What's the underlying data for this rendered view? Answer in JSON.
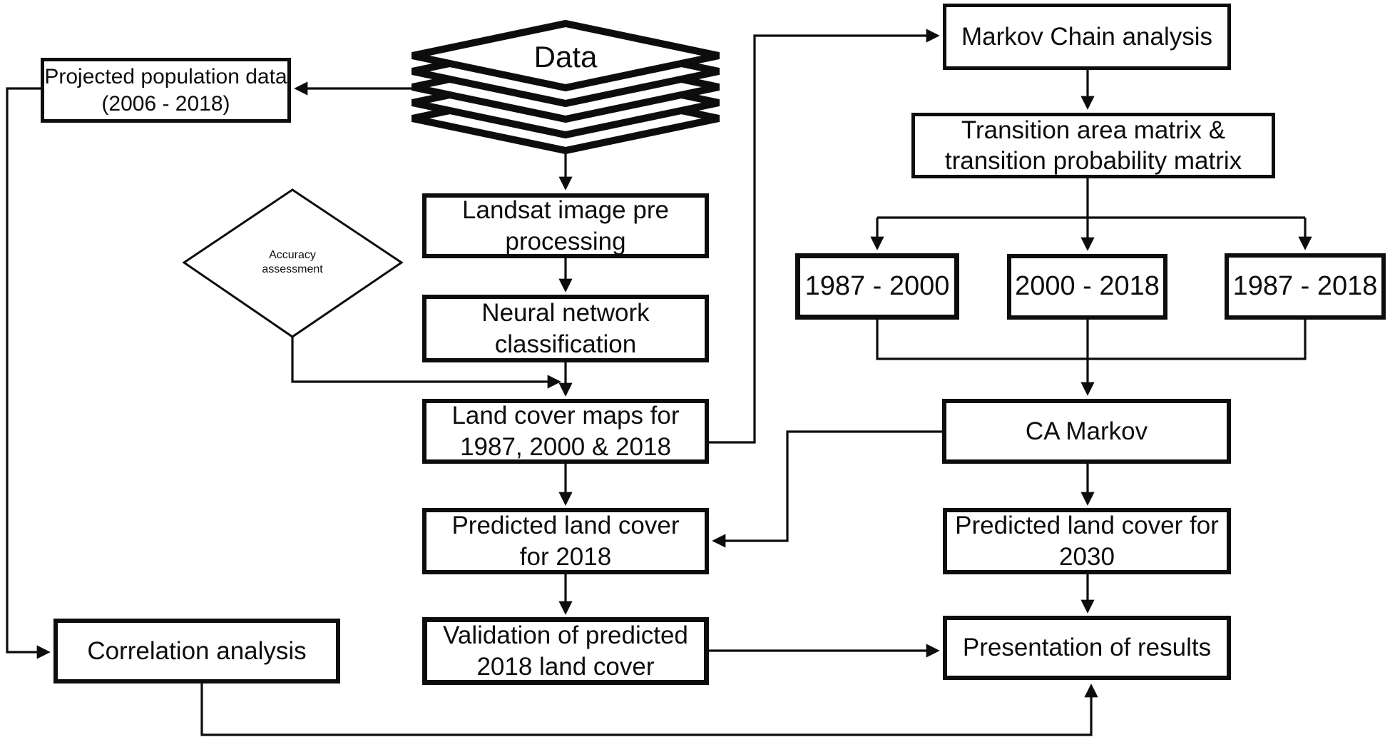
{
  "figure_type": "flowchart",
  "colors": {
    "line": "#0d0d0d",
    "box_border": "#0d0d0d",
    "box_fill": "#ffffff",
    "background": "#ffffff",
    "text": "#0d0d0d"
  },
  "icons": {
    "data_stack_icon": "stacked-layers"
  },
  "nodes": {
    "data_stack": {
      "label": "Data"
    },
    "projected_population": {
      "label": "Projected population data\n(2006 - 2018)"
    },
    "landsat": {
      "label": "Landsat image pre\nprocessing"
    },
    "accuracy": {
      "label": "Accuracy\nassessment"
    },
    "neural": {
      "label": "Neural network\nclassification"
    },
    "land_cover_maps": {
      "label": "Land cover maps for\n1987, 2000 & 2018"
    },
    "predicted_2018": {
      "label": "Predicted land cover\nfor 2018"
    },
    "validation": {
      "label": "Validation of predicted\n2018 land cover"
    },
    "correlation": {
      "label": "Correlation analysis"
    },
    "markov_chain": {
      "label": "Markov Chain analysis"
    },
    "transition_matrix": {
      "label": "Transition area matrix &\ntransition probability matrix"
    },
    "period_1987_2000": {
      "label": "1987 - 2000"
    },
    "period_2000_2018": {
      "label": "2000 - 2018"
    },
    "period_1987_2018": {
      "label": "1987 - 2018"
    },
    "ca_markov": {
      "label": "CA Markov"
    },
    "predicted_2030": {
      "label": "Predicted land cover for\n2030"
    },
    "presentation": {
      "label": "Presentation of results"
    }
  }
}
